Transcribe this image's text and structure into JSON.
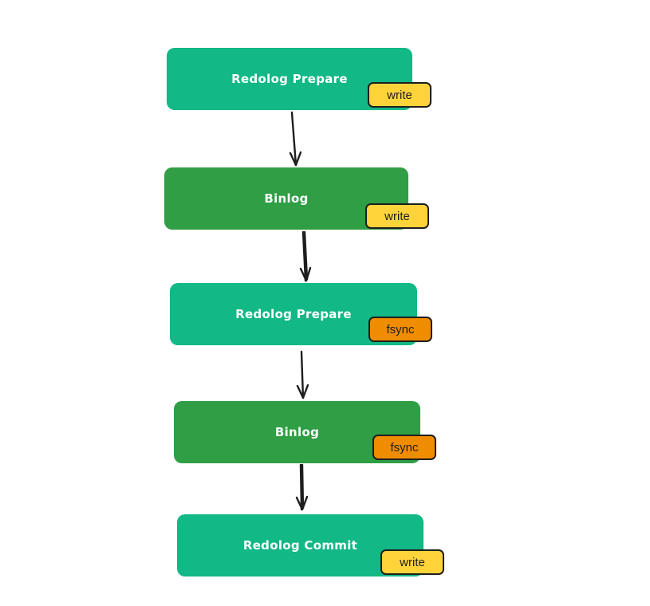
{
  "colors": {
    "redolog": "#12b886",
    "binlog": "#2f9e44",
    "write_badge": "#ffd43b",
    "fsync_badge": "#f08c00",
    "stroke": "#1e1e1e"
  },
  "steps": [
    {
      "label": "Redolog Prepare",
      "kind": "redolog",
      "badge": "write",
      "badge_kind": "write"
    },
    {
      "label": "Binlog",
      "kind": "binlog",
      "badge": "write",
      "badge_kind": "write"
    },
    {
      "label": "Redolog Prepare",
      "kind": "redolog",
      "badge": "fsync",
      "badge_kind": "fsync"
    },
    {
      "label": "Binlog",
      "kind": "binlog",
      "badge": "fsync",
      "badge_kind": "fsync"
    },
    {
      "label": "Redolog Commit",
      "kind": "redolog",
      "badge": "write",
      "badge_kind": "write"
    }
  ]
}
